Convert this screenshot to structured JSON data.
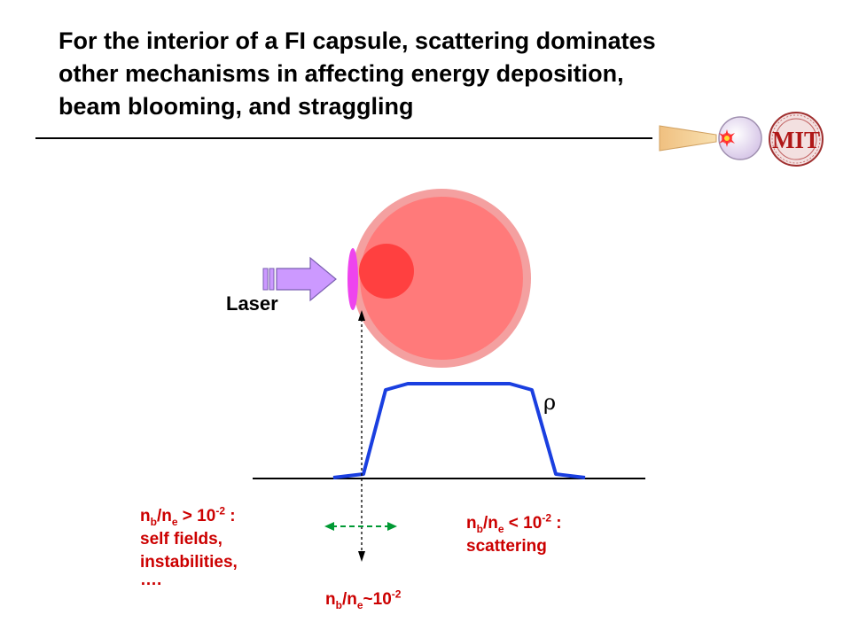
{
  "title": {
    "line1": "For the interior of a FI capsule, scattering dominates",
    "line2": "other mechanisms in affecting energy deposition,",
    "line3": "beam blooming, and straggling"
  },
  "logo": {
    "text": "MIT"
  },
  "labels": {
    "laser": "Laser",
    "rho": "ρ",
    "left": {
      "n1": "n",
      "s1": "b",
      "n2": "/n",
      "s2": "e",
      "rel": " > 10",
      "exp": "-2",
      "colon": " :",
      "line2": "self fields,",
      "line3": "instabilities,",
      "line4": "…."
    },
    "right": {
      "n1": "n",
      "s1": "b",
      "n2": "/n",
      "s2": "e",
      "rel": " < 10",
      "exp": "-2",
      "colon": " :",
      "line2": "scattering"
    },
    "bottom": {
      "n1": "n",
      "s1": "b",
      "n2": "/n",
      "s2": "e",
      "rel": "~10",
      "exp": "-2"
    }
  },
  "colors": {
    "capsule_outer": "#f4a0a0",
    "capsule_inner": "#ff7a7a",
    "hotspot": "#ff4040",
    "laser_arrow": "#cc99ff",
    "beam_spot": "#ee44ee",
    "profile": "#1a3fe0",
    "left_text": "#cc0000",
    "right_text": "#cc0000",
    "arrow_green": "#009933"
  }
}
